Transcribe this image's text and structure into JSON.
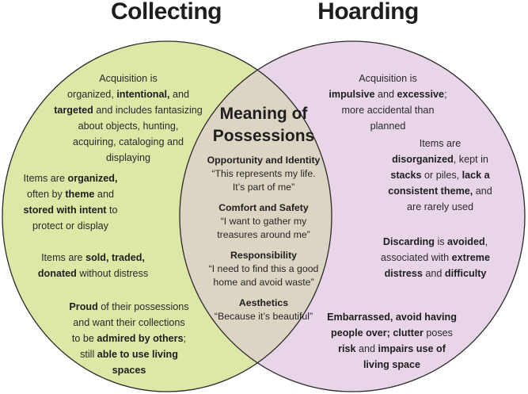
{
  "diagram": {
    "type": "venn",
    "left_set": {
      "title": "Collecting",
      "color": "#dde7a6",
      "items": [
        {
          "parts": [
            [
              "Acquisition is",
              false
            ],
            [
              "\n",
              false
            ],
            [
              "organized, ",
              false
            ],
            [
              "intentional,",
              true
            ],
            [
              " and",
              false
            ],
            [
              "\n",
              false
            ],
            [
              "targeted",
              true
            ],
            [
              " and includes fantasizing",
              false
            ],
            [
              "\n",
              false
            ],
            [
              "about objects, hunting,",
              false
            ],
            [
              "\n",
              false
            ],
            [
              "acquiring, cataloging and",
              false
            ],
            [
              "\n",
              false
            ],
            [
              "displaying",
              false
            ]
          ]
        },
        {
          "parts": [
            [
              "Items are ",
              false
            ],
            [
              "organized,",
              true
            ],
            [
              "\n",
              false
            ],
            [
              "often by ",
              false
            ],
            [
              "theme",
              true
            ],
            [
              " and",
              false
            ],
            [
              "\n",
              false
            ],
            [
              "stored with intent",
              true
            ],
            [
              " to",
              false
            ],
            [
              "\n",
              false
            ],
            [
              "protect or display",
              false
            ]
          ]
        },
        {
          "parts": [
            [
              "Items are ",
              false
            ],
            [
              "sold, traded,",
              true
            ],
            [
              "\n",
              false
            ],
            [
              "donated",
              true
            ],
            [
              " without distress",
              false
            ]
          ]
        },
        {
          "parts": [
            [
              "Proud",
              true
            ],
            [
              " of their possessions",
              false
            ],
            [
              "\n",
              false
            ],
            [
              "and want their collections",
              false
            ],
            [
              "\n",
              false
            ],
            [
              "to be ",
              false
            ],
            [
              "admired by others",
              true
            ],
            [
              ";",
              false
            ],
            [
              "\n",
              false
            ],
            [
              "still ",
              false
            ],
            [
              "able to use living",
              true
            ],
            [
              "\n",
              false
            ],
            [
              "spaces",
              true
            ]
          ]
        }
      ]
    },
    "right_set": {
      "title": "Hoarding",
      "color": "#e8d5e8",
      "items": [
        {
          "parts": [
            [
              "Acquisition is",
              false
            ],
            [
              "\n",
              false
            ],
            [
              "impulsive",
              true
            ],
            [
              " and ",
              false
            ],
            [
              "excessive",
              true
            ],
            [
              ";",
              false
            ],
            [
              "\n",
              false
            ],
            [
              "more accidental than",
              false
            ],
            [
              "\n",
              false
            ],
            [
              "planned",
              false
            ]
          ]
        },
        {
          "parts": [
            [
              "Items are",
              false
            ],
            [
              "\n",
              false
            ],
            [
              "disorganized",
              true
            ],
            [
              ", kept in",
              false
            ],
            [
              "\n",
              false
            ],
            [
              "stacks",
              true
            ],
            [
              " or piles, ",
              false
            ],
            [
              "lack a",
              true
            ],
            [
              "\n",
              false
            ],
            [
              "consistent theme,",
              true
            ],
            [
              " and",
              false
            ],
            [
              "\n",
              false
            ],
            [
              "are rarely used",
              false
            ]
          ]
        },
        {
          "parts": [
            [
              "Discarding",
              true
            ],
            [
              " is ",
              false
            ],
            [
              "avoided",
              true
            ],
            [
              ",",
              false
            ],
            [
              "\n",
              false
            ],
            [
              "associated with ",
              false
            ],
            [
              "extreme",
              true
            ],
            [
              "\n",
              false
            ],
            [
              "distress",
              true
            ],
            [
              " and ",
              false
            ],
            [
              "difficulty",
              true
            ]
          ]
        },
        {
          "parts": [
            [
              "Embarrassed, avoid having",
              true
            ],
            [
              "\n",
              false
            ],
            [
              "people over; clutter",
              true
            ],
            [
              " poses",
              false
            ],
            [
              "\n",
              false
            ],
            [
              "risk",
              true
            ],
            [
              " and ",
              false
            ],
            [
              "impairs use of",
              true
            ],
            [
              "\n",
              false
            ],
            [
              "living space",
              true
            ]
          ]
        }
      ]
    },
    "intersection": {
      "title": "Meaning of Possessions",
      "title_lines": [
        "Meaning of",
        "Possessions"
      ],
      "color": "#dcd5c3",
      "items": [
        {
          "heading": "Opportunity and Identity",
          "quote_lines": [
            "“This represents my life.",
            "It’s part of me”"
          ]
        },
        {
          "heading": "Comfort and Safety",
          "quote_lines": [
            "“I want to gather my",
            "treasures around me”"
          ]
        },
        {
          "heading": "Responsibility",
          "quote_lines": [
            "“I need to find this a good",
            "home and avoid waste”"
          ]
        },
        {
          "heading": "Aesthetics",
          "quote_lines": [
            "“Because it’s beautiful”"
          ]
        }
      ]
    },
    "outline_color": "#2b2b2b"
  }
}
